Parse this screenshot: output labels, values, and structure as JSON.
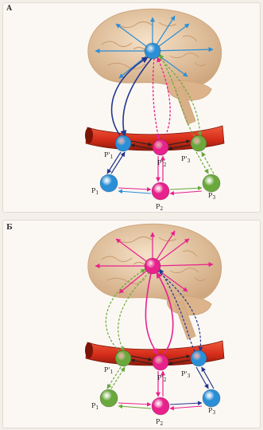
{
  "colors": {
    "blue": "#2a8fd6",
    "pink": "#e8218c",
    "green": "#6aa83c",
    "navy": "#23358f",
    "brain": "#e8c9a4",
    "brain_dark": "#cfa77e",
    "vessel": "#d62d1a",
    "vessel_dark": "#8e1a0c",
    "arrow_dark": "#222222"
  },
  "panels": [
    {
      "letter": "А",
      "center_node_color": "blue",
      "radial_arrow_color": "blue",
      "vessel_nodes": [
        "blue",
        "pink",
        "green"
      ],
      "peripheral_nodes": [
        "blue",
        "pink",
        "green"
      ],
      "vessel_labels": [
        "P'1",
        "P'2",
        "P'3"
      ],
      "peripheral_labels": [
        "P1",
        "P2",
        "P3"
      ]
    },
    {
      "letter": "Б",
      "center_node_color": "pink",
      "radial_arrow_color": "pink",
      "vessel_nodes": [
        "green",
        "pink",
        "blue"
      ],
      "peripheral_nodes": [
        "green",
        "pink",
        "blue"
      ],
      "vessel_labels": [
        "P'1",
        "P'2",
        "P'3"
      ],
      "peripheral_labels": [
        "P1",
        "P2",
        "P3"
      ]
    }
  ]
}
